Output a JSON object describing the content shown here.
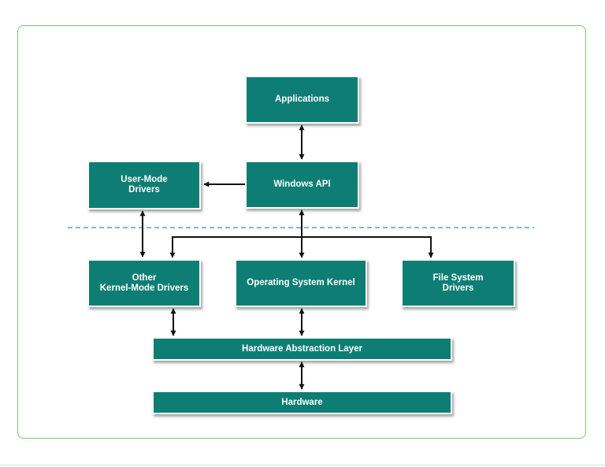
{
  "diagram": {
    "nodes": {
      "applications": "Applications",
      "windows_api": "Windows API",
      "user_mode_drivers": "User-Mode\nDrivers",
      "other_kernel_mode_drivers": "Other\nKernel-Mode Drivers",
      "operating_system_kernel": "Operating System Kernel",
      "file_system_drivers": "File System\nDrivers",
      "hardware_abstraction_layer": "Hardware Abstraction Layer",
      "hardware": "Hardware"
    },
    "edges": [
      {
        "from": "applications",
        "to": "windows_api",
        "direction": "both"
      },
      {
        "from": "windows_api",
        "to": "user_mode_drivers",
        "direction": "forward"
      },
      {
        "from": "windows_api",
        "to": "operating_system_kernel",
        "direction": "both"
      },
      {
        "from": "windows_api",
        "to": "other_kernel_mode_drivers",
        "direction": "forward"
      },
      {
        "from": "windows_api",
        "to": "file_system_drivers",
        "direction": "forward"
      },
      {
        "from": "user_mode_drivers",
        "to": "other_kernel_mode_drivers",
        "direction": "both"
      },
      {
        "from": "other_kernel_mode_drivers",
        "to": "hardware_abstraction_layer",
        "direction": "both"
      },
      {
        "from": "operating_system_kernel",
        "to": "hardware_abstraction_layer",
        "direction": "both"
      },
      {
        "from": "hardware_abstraction_layer",
        "to": "hardware",
        "direction": "both"
      }
    ],
    "colors": {
      "box_fill": "#0e7e74",
      "box_text": "#ffffff",
      "frame_border": "#7cc47f",
      "divider": "#5a9fc0",
      "arrow": "#111111"
    }
  }
}
